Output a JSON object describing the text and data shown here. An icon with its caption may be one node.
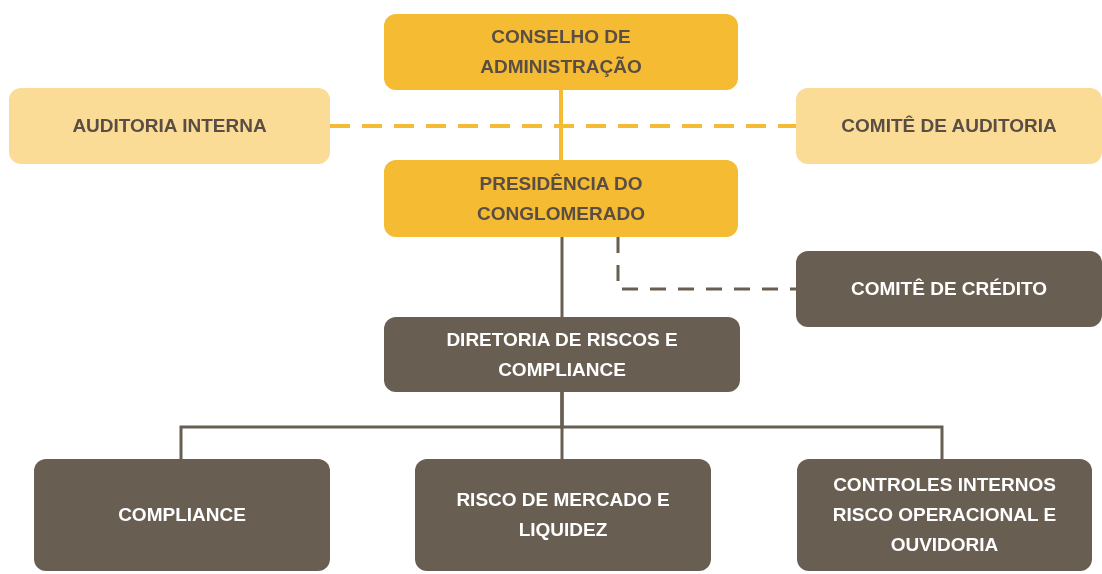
{
  "diagram": {
    "nodes": [
      {
        "text": [
          "CONSELHO DE ADMINISTRAÇÃO"
        ]
      },
      {
        "text": [
          "AUDITORIA INTERNA"
        ]
      },
      {
        "text": [
          "COMITÊ DE AUDITORIA"
        ]
      },
      {
        "text": [
          "PRESIDÊNCIA DO CONGLOMERADO"
        ]
      },
      {
        "text": [
          "COMITÊ DE CRÉDITO"
        ]
      },
      {
        "text": [
          "DIRETORIA DE RISCOS E COMPLIANCE"
        ]
      },
      {
        "text": [
          "COMPLIANCE"
        ]
      },
      {
        "text": [
          "RISCO DE MERCADO E LIQUIDEZ"
        ]
      },
      {
        "text": [
          "CONTROLES INTERNOS RISCO OPERACIONAL E OUVIDORIA"
        ]
      }
    ],
    "edges": [
      {
        "from": 0,
        "to": 3,
        "arrow": "none",
        "color": "#f4bb33"
      },
      {
        "from": 1,
        "to": 2,
        "arrow": "none",
        "style": "dashed",
        "color": "#f4bb33"
      },
      {
        "from": 3,
        "to": 4,
        "arrow": "none",
        "style": "dashed"
      },
      {
        "from": 3,
        "to": 5,
        "arrow": "none"
      },
      {
        "from": 5,
        "to": 6,
        "arrow": "none"
      },
      {
        "from": 5,
        "to": 7,
        "arrow": "none"
      },
      {
        "from": 5,
        "to": 8,
        "arrow": "none"
      }
    ]
  }
}
